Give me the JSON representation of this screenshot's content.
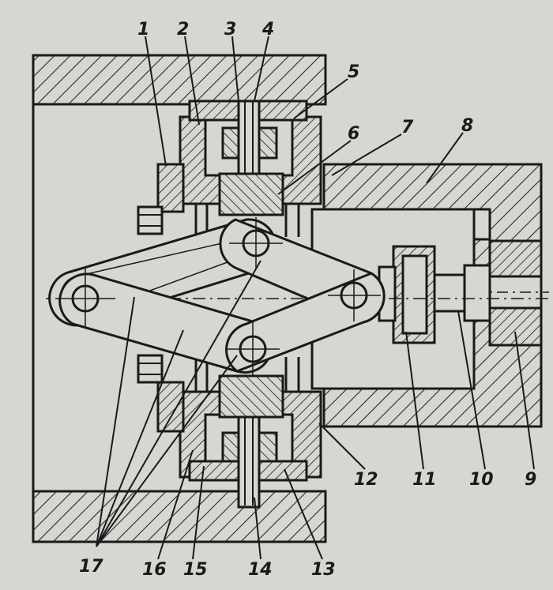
{
  "figure": {
    "part_numbers": [
      "1",
      "2",
      "3",
      "4",
      "5",
      "6",
      "7",
      "8",
      "9",
      "10",
      "11",
      "12",
      "13",
      "14",
      "15",
      "16",
      "17"
    ]
  },
  "colors": {
    "background": "#d6d6d2",
    "ink": "#1a1a1a",
    "hatch": "#2a2a2a"
  }
}
